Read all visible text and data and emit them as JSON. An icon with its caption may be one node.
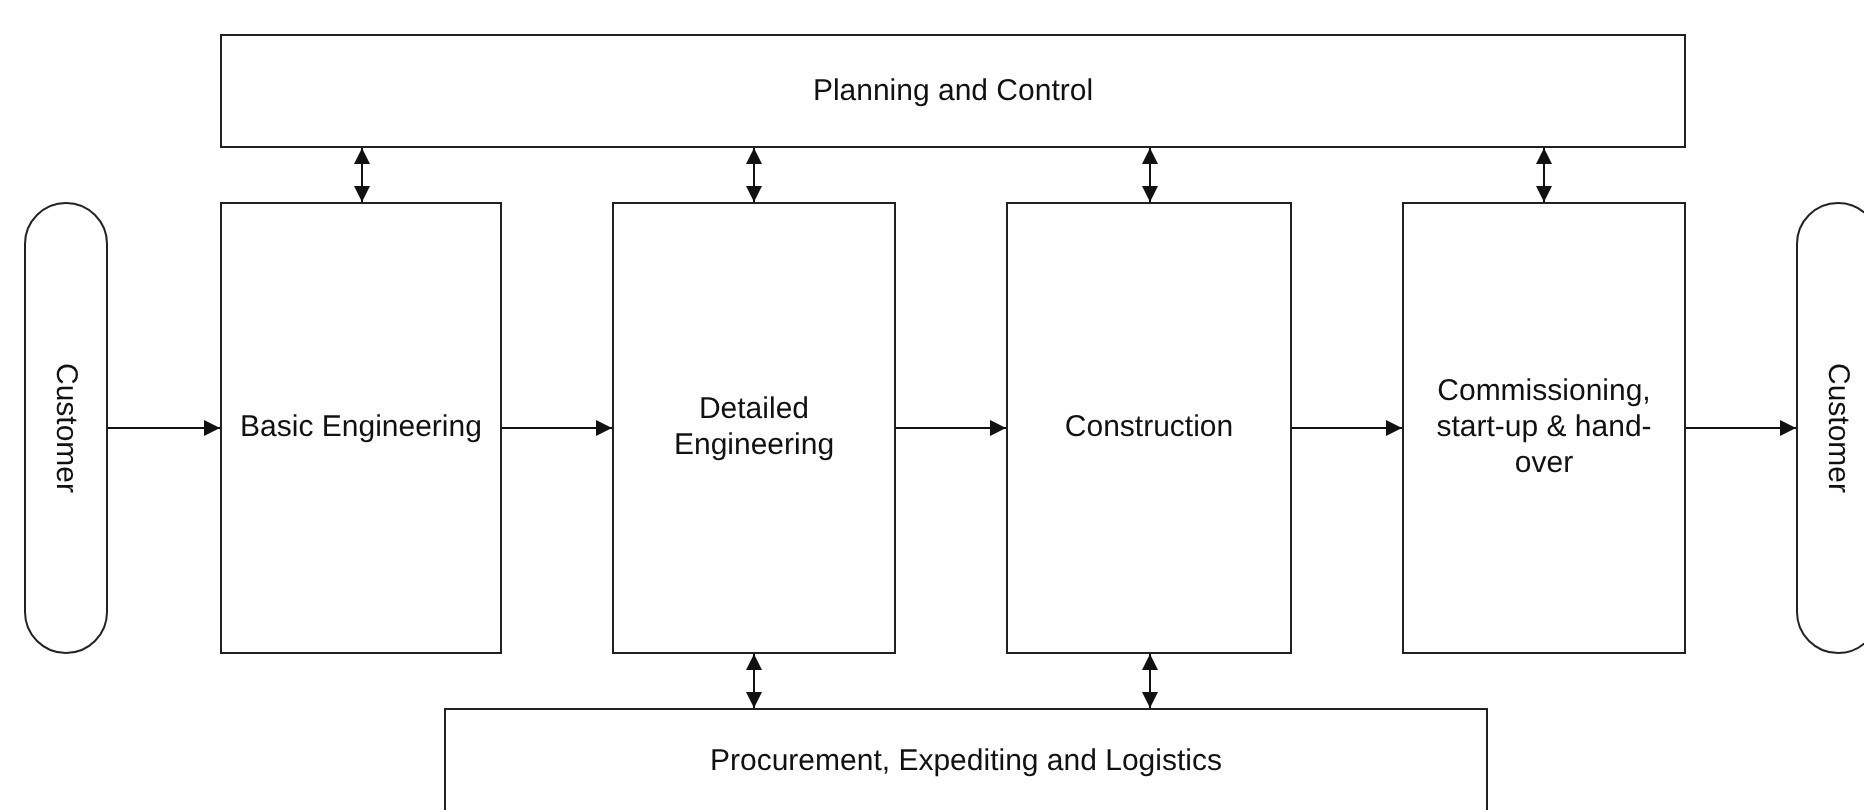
{
  "diagram": {
    "nodes": [
      {
        "text": [
          "Planning and Control"
        ]
      },
      {
        "text": [
          "Customer"
        ]
      },
      {
        "text": [
          "Basic Engineering"
        ]
      },
      {
        "text": [
          "Detailed Engineering"
        ]
      },
      {
        "text": [
          "Construction"
        ]
      },
      {
        "text": [
          "Commissioning, start-up & hand-over"
        ]
      },
      {
        "text": [
          "Customer"
        ]
      },
      {
        "text": [
          "Procurement, Expediting and Logistics"
        ]
      }
    ],
    "edges": [
      {
        "from": 1,
        "to": 2,
        "arrow": "to"
      },
      {
        "from": 2,
        "to": 3,
        "arrow": "to"
      },
      {
        "from": 3,
        "to": 4,
        "arrow": "to"
      },
      {
        "from": 4,
        "to": 5,
        "arrow": "to"
      },
      {
        "from": 5,
        "to": 6,
        "arrow": "to"
      },
      {
        "from": 0,
        "to": 2,
        "arrow": "both"
      },
      {
        "from": 0,
        "to": 3,
        "arrow": "both"
      },
      {
        "from": 0,
        "to": 4,
        "arrow": "both"
      },
      {
        "from": 0,
        "to": 5,
        "arrow": "both"
      },
      {
        "from": 3,
        "to": 7,
        "arrow": "both"
      },
      {
        "from": 4,
        "to": 7,
        "arrow": "both"
      }
    ]
  }
}
